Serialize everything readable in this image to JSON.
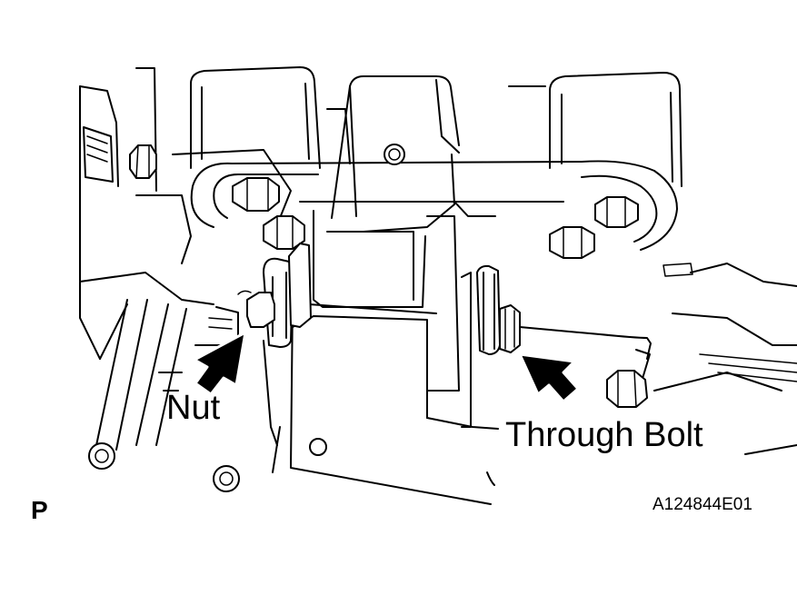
{
  "labels": {
    "nut": "Nut",
    "through_bolt": "Through  Bolt",
    "view_marker": "P",
    "figure_code": "A124844E01"
  },
  "colors": {
    "line": "#000000",
    "background": "#ffffff"
  }
}
